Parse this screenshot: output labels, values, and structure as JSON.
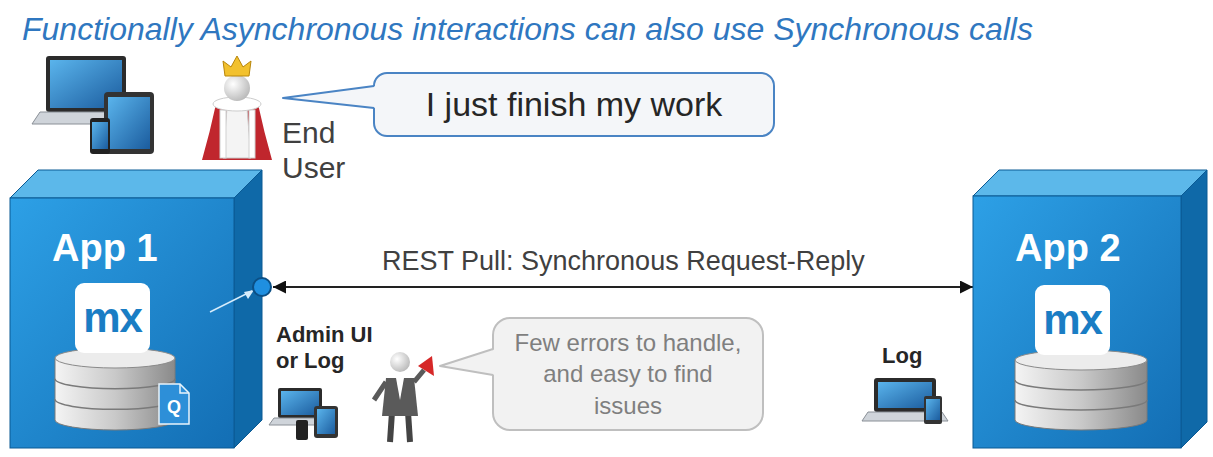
{
  "diagram": {
    "title": "Functionally Asynchronous interactions can also use Synchronous calls",
    "nodes": [
      {
        "text": [
          "I just finish my work"
        ]
      },
      {
        "text": [
          "App 1"
        ]
      },
      {
        "text": [
          "mx"
        ],
        "in": 1
      },
      {
        "text": [
          "Q"
        ],
        "in": 1
      },
      {
        "text": [
          "App 2"
        ]
      },
      {
        "text": [
          "mx"
        ],
        "in": 4
      },
      {
        "text": [
          "Few errors to handle, and easy to find issues"
        ]
      }
    ],
    "edges": [
      {
        "from": 1,
        "to": 4,
        "label": "REST Pull: Synchronous Request-Reply",
        "arrow": "both"
      }
    ],
    "labels": [
      "End User",
      "Admin UI or Log",
      "Log"
    ]
  }
}
